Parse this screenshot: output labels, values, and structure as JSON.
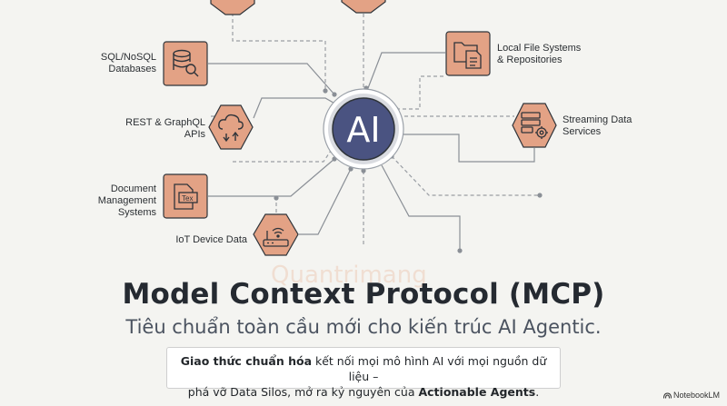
{
  "colors": {
    "node_fill": "#e3a285",
    "node_stroke": "#2f343a",
    "hub_fill": "#4a5381",
    "hub_ring": "#d9dbe0",
    "line": "#8a8f96",
    "dash": "#9a9ea4"
  },
  "hub": {
    "label": "AI"
  },
  "sources": [
    {
      "id": "sql",
      "label": [
        "SQL/NoSQL",
        "Databases"
      ],
      "icon": "database-search-icon"
    },
    {
      "id": "rest",
      "label": [
        "REST & GraphQL",
        "APIs"
      ],
      "icon": "cloud-sync-icon"
    },
    {
      "id": "doc",
      "label": [
        "Document",
        "Management",
        "Systems"
      ],
      "icon": "tex-document-icon"
    },
    {
      "id": "iot",
      "label": [
        "IoT Device Data"
      ],
      "icon": "router-icon"
    },
    {
      "id": "local",
      "label": [
        "Local File Systems",
        "& Repositories"
      ],
      "icon": "folder-files-icon"
    },
    {
      "id": "stream",
      "label": [
        "Streaming Data",
        "Services"
      ],
      "icon": "server-gear-icon"
    }
  ],
  "title": "Model Context Protocol (MCP)",
  "subtitle": "Tiêu chuẩn toàn cầu mới cho kiến trúc AI Agentic.",
  "callout": {
    "line1_bold": "Giao thức chuẩn hóa",
    "line1_rest": " kết nối mọi mô hình AI với mọi nguồn dữ liệu –",
    "line2_rest": "phá vỡ Data Silos, mở ra kỷ nguyên của ",
    "line2_bold": "Actionable Agents",
    "line2_end": "."
  },
  "watermark": "Quantrimang",
  "brand": "NotebookLM"
}
